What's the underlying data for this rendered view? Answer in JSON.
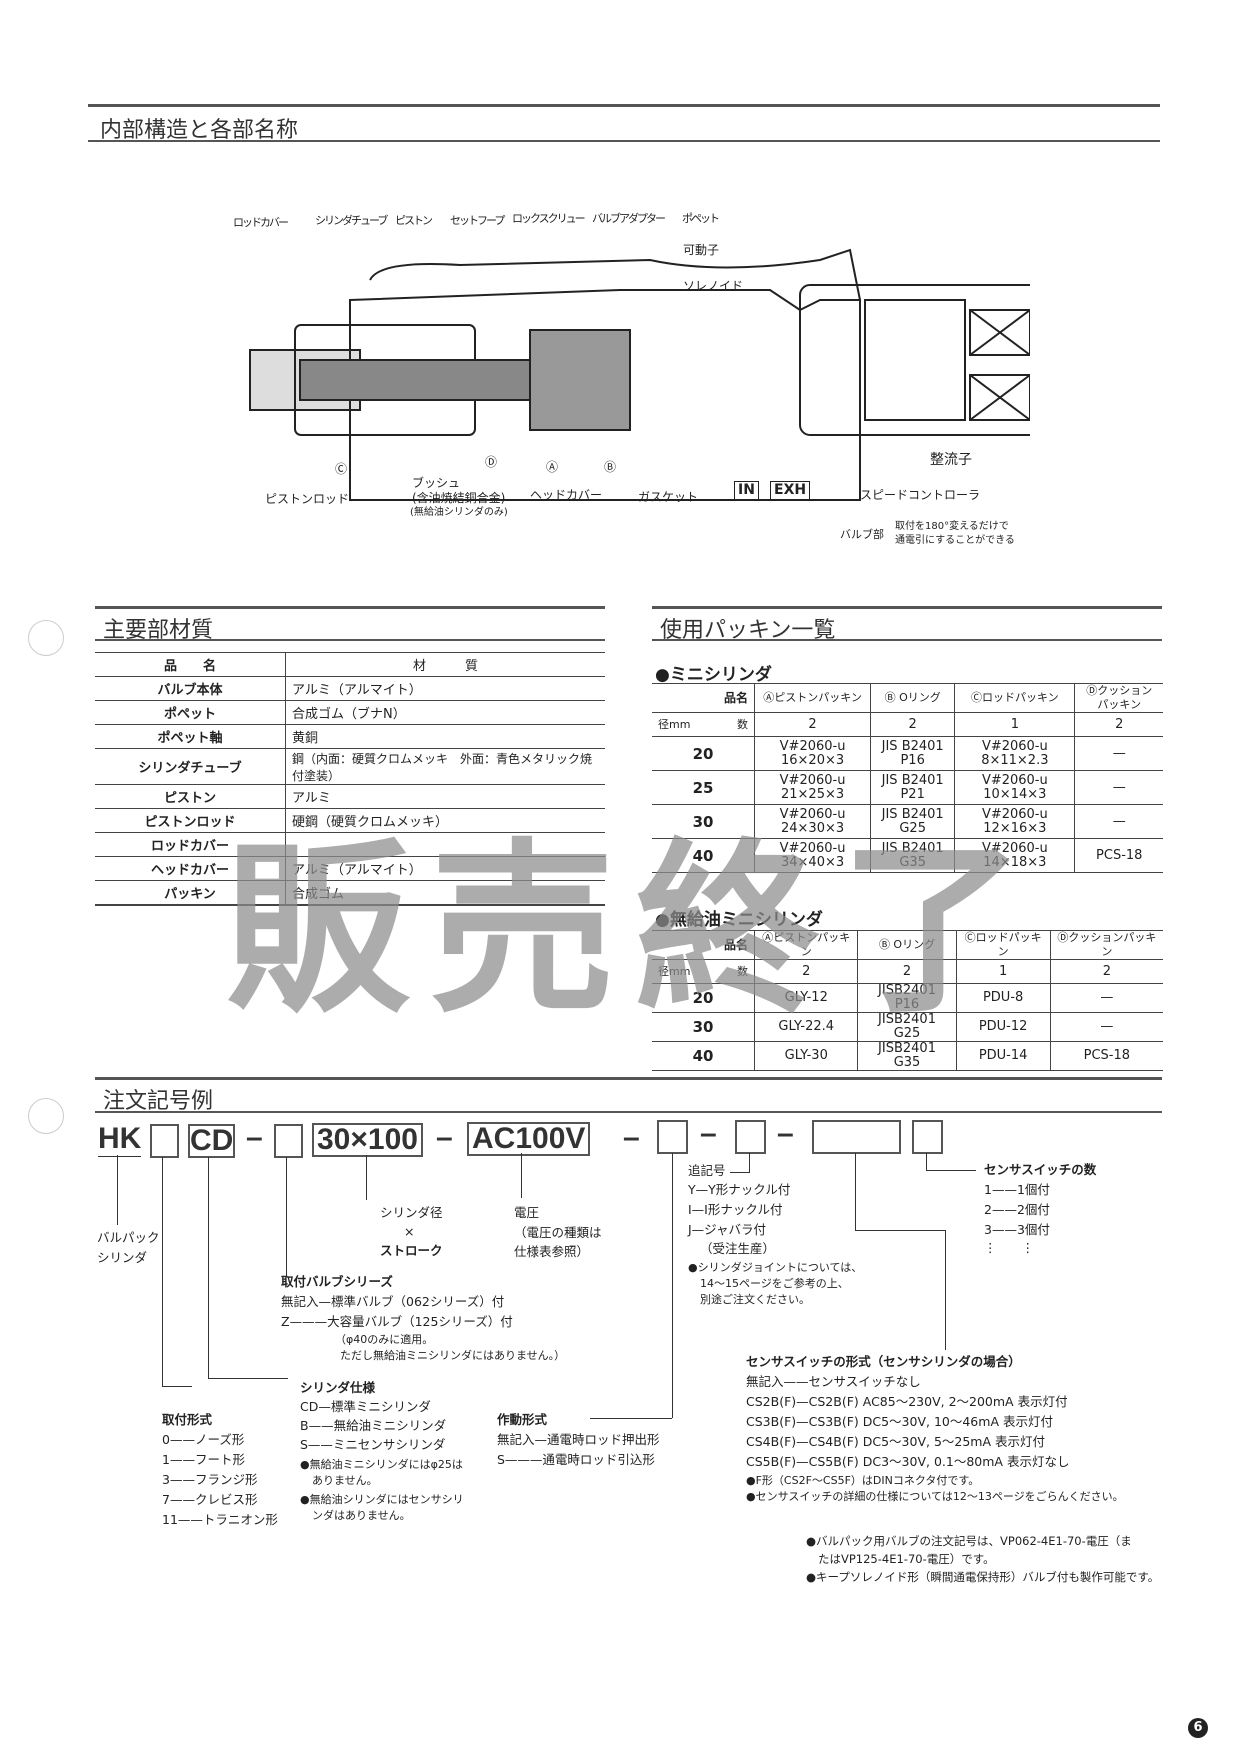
{
  "structure": {
    "title": "内部構造と各部名称",
    "labels": {
      "rod_cover": "ロッドカバー",
      "cylinder_tube": "シリンダチューブ",
      "piston": "ピストン",
      "set_hoop": "セットフープ",
      "lock_screw": "ロックスクリュー",
      "valve_adapter": "バルブアダプター",
      "poppet": "ポペット",
      "armature": "可動子",
      "solenoid": "ソレノイド",
      "rectifier": "整流子",
      "speed_controller": "スピードコントローラ",
      "piston_rod": "ピストンロッド",
      "bush": "ブッシュ",
      "bush_note": "(含油焼結銅合金)",
      "bush_note2": "(無給油シリンダのみ)",
      "head_cover": "ヘッドカバー",
      "gasket": "ガスケット",
      "in": "IN",
      "exh": "EXH",
      "valve_part": "バルブ部",
      "valve_note1": "取付を180°変えるだけで",
      "valve_note2": "通電引にすることができる",
      "mark_a": "Ⓐ",
      "mark_b": "Ⓑ",
      "mark_c": "Ⓒ",
      "mark_d": "Ⓓ"
    }
  },
  "materials": {
    "title": "主要部材質",
    "head": [
      "品　　名",
      "材　　　質"
    ],
    "rows": [
      [
        "バルブ本体",
        "アルミ（アルマイト）"
      ],
      [
        "ポペット",
        "合成ゴム（ブナN）"
      ],
      [
        "ポペット軸",
        "黄銅"
      ],
      [
        "シリンダチューブ",
        "鋼（内面：硬質クロムメッキ　外面：青色メタリック焼付塗装）"
      ],
      [
        "ピストン",
        "アルミ"
      ],
      [
        "ピストンロッド",
        "硬鋼（硬質クロムメッキ）"
      ],
      [
        "ロッドカバー",
        ""
      ],
      [
        "ヘッドカバー",
        "アルミ（アルマイト）"
      ],
      [
        "パッキン",
        "合成ゴム"
      ]
    ]
  },
  "packings": {
    "title": "使用パッキン一覧",
    "mini": {
      "title": "●ミニシリンダ",
      "corner_top": "品名",
      "corner_mid": "数",
      "corner_bottom": "径mm",
      "cols": [
        "Ⓐピストンパッキン",
        "Ⓑ Oリング",
        "Ⓒロッドパッキン",
        "Ⓓクッションパッキン"
      ],
      "qty": [
        "2",
        "2",
        "1",
        "2"
      ],
      "rows": [
        [
          "20",
          "V#2060-u 16×20×3",
          "JIS B2401 P16",
          "V#2060-u 8×11×2.3",
          "—"
        ],
        [
          "25",
          "V#2060-u 21×25×3",
          "JIS B2401 P21",
          "V#2060-u 10×14×3",
          "—"
        ],
        [
          "30",
          "V#2060-u 24×30×3",
          "JIS B2401 G25",
          "V#2060-u 12×16×3",
          "—"
        ],
        [
          "40",
          "V#2060-u 34×40×3",
          "JIS B2401 G35",
          "V#2060-u 14×18×3",
          "PCS-18"
        ]
      ]
    },
    "oilless": {
      "title": "●無給油ミニシリンダ",
      "corner_top": "品名",
      "corner_mid": "数",
      "corner_bottom": "径mm",
      "cols": [
        "Ⓐピストンパッキン",
        "Ⓑ Oリング",
        "Ⓒロッドパッキン",
        "Ⓓクッションパッキン"
      ],
      "qty": [
        "2",
        "2",
        "1",
        "2"
      ],
      "rows": [
        [
          "20",
          "GLY-12",
          "JISB2401 P16",
          "PDU-8",
          "—"
        ],
        [
          "30",
          "GLY-22.4",
          "JISB2401 G25",
          "PDU-12",
          "—"
        ],
        [
          "40",
          "GLY-30",
          "JISB2401 G35",
          "PDU-14",
          "PCS-18"
        ]
      ]
    }
  },
  "order": {
    "title": "注文記号例",
    "hk": "HK",
    "cd": "CD",
    "size": "30×100",
    "voltage": "AC100V",
    "dash": "–",
    "valpack": [
      "バルパック",
      "シリンダ"
    ],
    "bore": [
      "シリンダ径",
      "×",
      "ストローク"
    ],
    "volt": [
      "電圧",
      "（電圧の種類は",
      "仕様表参照）"
    ],
    "valve_series": {
      "title": "取付バルブシリーズ",
      "l1": "無記入—標準バルブ（062シリーズ）付",
      "l2": "Z———大容量バルブ（125シリーズ）付",
      "l3": "（φ40のみに適用。",
      "l4": "ただし無給油ミニシリンダにはありません。）"
    },
    "cyl_spec": {
      "title": "シリンダ仕様",
      "items": [
        "CD—標準ミニシリンダ",
        "B——無給油ミニシリンダ",
        "S——ミニセンサシリンダ"
      ],
      "notes": [
        "●無給油ミニシリンダにはφ25は",
        "ありません。",
        "●無給油シリンダにはセンサシリ",
        "ンダはありません。"
      ]
    },
    "mount": {
      "title": "取付形式",
      "items": [
        "0——ノーズ形",
        "1——フート形",
        "3——フランジ形",
        "7——クレビス形",
        "11——トラニオン形"
      ]
    },
    "action": {
      "title": "作動形式",
      "items": [
        "無記入—通電時ロッド押出形",
        "S———通電時ロッド引込形"
      ]
    },
    "suffix": {
      "title": "追記号",
      "items": [
        "Y—Y形ナックル付",
        "I—I形ナックル付",
        "J—ジャバラ付",
        "（受注生産）"
      ],
      "notes": [
        "●シリンダジョイントについては、",
        "14〜15ページをご参考の上、",
        "別途ご注文ください。"
      ]
    },
    "sensor_count": {
      "title": "センサスイッチの数",
      "items": [
        "1——1個付",
        "2——2個付",
        "3——3個付",
        "⋮　　⋮"
      ]
    },
    "sensor_type": {
      "title": "センサスイッチの形式（センサシリンダの場合）",
      "items": [
        "無記入——センサスイッチなし",
        "CS2B(F)—CS2B(F)  AC85〜230V,  2〜200mA  表示灯付",
        "CS3B(F)—CS3B(F)  DC5〜30V,    10〜46mA  表示灯付",
        "CS4B(F)—CS4B(F)  DC5〜30V,     5〜25mA  表示灯付",
        "CS5B(F)—CS5B(F)  DC3〜30V,   0.1〜80mA  表示灯なし"
      ],
      "notes": [
        "●F形（CS2F〜CS5F）はDINコネクタ付です。",
        "●センサスイッチの詳細の仕様については12〜13ページをごらんください。"
      ]
    },
    "footnotes": [
      "●バルパック用バルブの注文記号は、VP062-4E1-70-電圧（ま",
      "たはVP125-4E1-70-電圧）です。",
      "●キープソレノイド形（瞬間通電保持形）バルブ付も製作可能です。"
    ]
  },
  "watermark": "販売終了",
  "page_number": "6"
}
